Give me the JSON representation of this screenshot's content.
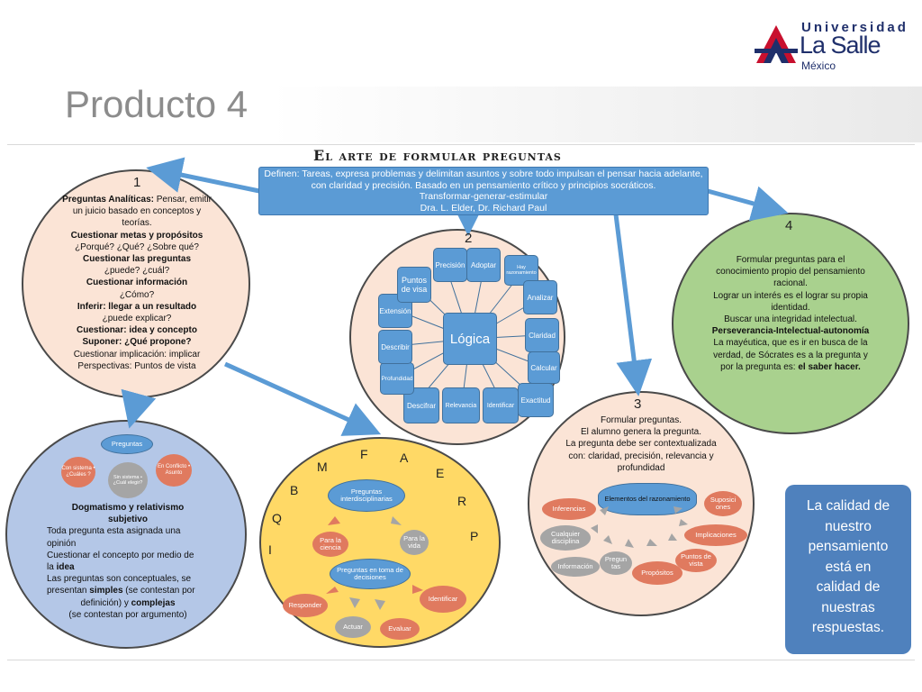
{
  "slide": {
    "title": "Producto 4"
  },
  "logo": {
    "line1": "Universidad",
    "line2": "La Salle",
    "line3": "México"
  },
  "diagram": {
    "title": "El arte de formular preguntas",
    "definition_lines": [
      "Definen: Tareas, expresa problemas y delimitan asuntos y sobre todo impulsan el pensar hacia adelante,",
      "con claridad y precisión. Basado en un pensamiento crítico y principios socráticos.",
      "Transformar-generar-estimular",
      "Dra. L. Elder, Dr. Richard Paul"
    ]
  },
  "circle1": {
    "number": "1",
    "l1_bold": "Preguntas Analíticas:",
    "l1_rest": " Pensar, emitir",
    "l2": "un juicio basado en conceptos y",
    "l3": "teorías.",
    "l4": "Cuestionar metas y propósitos",
    "l5": "¿Porqué? ¿Qué? ¿Sobre qué?",
    "l6": "Cuestionar las preguntas",
    "l7": "¿puede? ¿cuál?",
    "l8": "Cuestionar información",
    "l9": "¿Cómo?",
    "l10": "Inferir: llegar a un resultado",
    "l11": "¿puede explicar?",
    "l12": "Cuestionar: idea y concepto",
    "l13": "Suponer: ¿Qué propone?",
    "l14": "Cuestionar implicación: implicar",
    "l15": "Perspectivas: Puntos de vista"
  },
  "circle2": {
    "number": "2",
    "center": "Lógica",
    "nodes": {
      "precision": "Precisión",
      "adoptar": "Adoptar",
      "hay_razonamiento": "Hay razonamiento",
      "analizar": "Analizar",
      "claridad": "Claridad",
      "calcular": "Calcular",
      "exactitud": "Exactitud",
      "identificar": "Identificar",
      "relevancia": "Relevancia",
      "descifrar": "Descifrar",
      "profundidad": "Profundidad",
      "describir": "Describir",
      "extension": "Extensión",
      "puntos_vista": "Puntos de visa"
    }
  },
  "circle3": {
    "number": "3",
    "l1": "Formular preguntas.",
    "l2": "El alumno genera la pregunta.",
    "l3": "La pregunta debe ser contextualizada",
    "l4": "con: claridad, precisión, relevancia y",
    "l5": "profundidad",
    "center": "Elementos del razonamiento",
    "nodes": {
      "inferencias": "Inferencias",
      "suposiciones": "Suposici ones",
      "implicaciones": "Implicaciones",
      "puntos_vista": "Puntos de vista",
      "propositos": "Propósitos",
      "preguntas": "Pregun tas",
      "informacion": "Información",
      "cualquier": "Cualquier disciplina"
    }
  },
  "circle4": {
    "number": "4",
    "l1": "Formular preguntas para el",
    "l2": "conocimiento propio del pensamiento",
    "l3": "racional.",
    "l4": "Lograr un interés es el lograr su propia",
    "l5": "identidad.",
    "l6": "Buscar una integridad intelectual.",
    "l7": "Perseverancia-Intelectual-autonomía",
    "l8": "La mayéutica, que es ir en busca de la",
    "l9": "verdad, de Sócrates es a la pregunta y",
    "l10_rest": "por la pregunta es: ",
    "l10_bold": "el saber hacer."
  },
  "circle5": {
    "top": "Preguntas",
    "left": "Con sistema • ¿Cuáles ?",
    "mid": "Sin sistema • ¿Cuál elegir?",
    "right": "En Conflicto • Asunto",
    "l1": "Dogmatismo y relativismo",
    "l2": "subjetivo",
    "l3": "Toda pregunta esta asignada una",
    "l4": "opinión",
    "l5": "Cuestionar el concepto por medio de",
    "l6_rest": "la ",
    "l6_bold": "idea",
    "l7": "Las preguntas son conceptuales, se",
    "l8_a": "presentan ",
    "l8_bold": "simples",
    "l8_b": " (se contestan por",
    "l9_a": "definición) y ",
    "l9_bold": "complejas",
    "l10": "(se contestan por argumento)"
  },
  "circle6": {
    "letters": [
      "F",
      "A",
      "M",
      "E",
      "B",
      "R",
      "Q",
      "P",
      "I"
    ],
    "top": "Preguntas interdisciplinarias",
    "para_ciencia": "Para la ciencia",
    "para_vida": "Para la vida",
    "decisiones": "Preguntas en toma de decisiones",
    "responder": "Responder",
    "identificar": "Identificar",
    "actuar": "Actuar",
    "evaluar": "Evaluar"
  },
  "callout": {
    "lines": [
      "La calidad de",
      "nuestro",
      "pensamiento",
      "está en",
      "calidad de",
      "nuestras",
      "respuestas."
    ]
  },
  "colors": {
    "blue_node": "#5b9bd5",
    "peach": "#fbe4d6",
    "green": "#a9d18e",
    "lavender": "#b4c7e7",
    "yellow": "#ffd966",
    "callout": "#4f81bd",
    "orange_oval": "#e07a5f"
  }
}
